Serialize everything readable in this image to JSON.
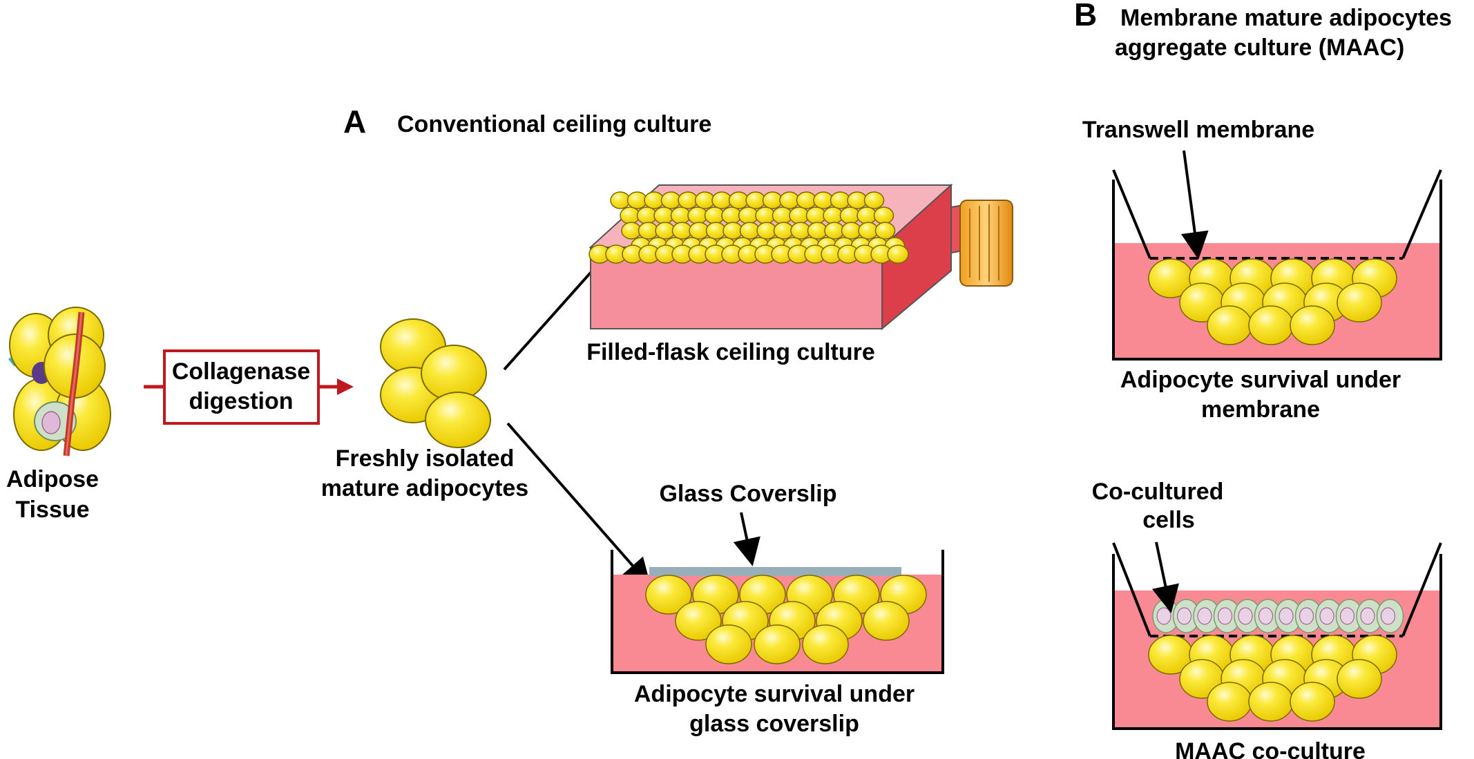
{
  "colors": {
    "medium": "#f98a94",
    "cell": "#f7e000",
    "cell_stroke": "#7a6a00",
    "cell_highlight": "#fffbd0",
    "arrow": "#000000",
    "digestion": "#c0181f",
    "coverslip": "#98aeb9",
    "flask_body": "#f07e8a",
    "flask_cap": "#f5a623",
    "cocultured": "#cfe0c8"
  },
  "icons": {
    "tissue": "adipose-tissue-icon",
    "cell": "adipocyte-icon",
    "flask": "culture-flask-icon",
    "well": "culture-well-icon",
    "cocultured_cell": "cocultured-cell-icon"
  },
  "panel_a": {
    "letter": "A",
    "title": "Conventional ceiling culture"
  },
  "panel_b": {
    "letter": "B",
    "title_line1": "Membrane mature adipocytes",
    "title_line2": "aggregate culture (MAAC)"
  },
  "tissue": {
    "label_line1": "Adipose",
    "label_line2": "Tissue"
  },
  "digestion": {
    "line1": "Collagenase",
    "line2": "digestion"
  },
  "isolated": {
    "line1": "Freshly isolated",
    "line2": "mature adipocytes"
  },
  "flask": {
    "label": "Filled-flask ceiling culture"
  },
  "coverslip": {
    "pointer_label": "Glass Coverslip",
    "line1": "Adipocyte survival under",
    "line2": "glass coverslip"
  },
  "membrane": {
    "pointer_label": "Transwell membrane",
    "line1": "Adipocyte survival under",
    "line2": "membrane"
  },
  "coculture": {
    "pointer_line1": "Co-cultured",
    "pointer_line2": "cells",
    "label": "MAAC co-culture"
  }
}
